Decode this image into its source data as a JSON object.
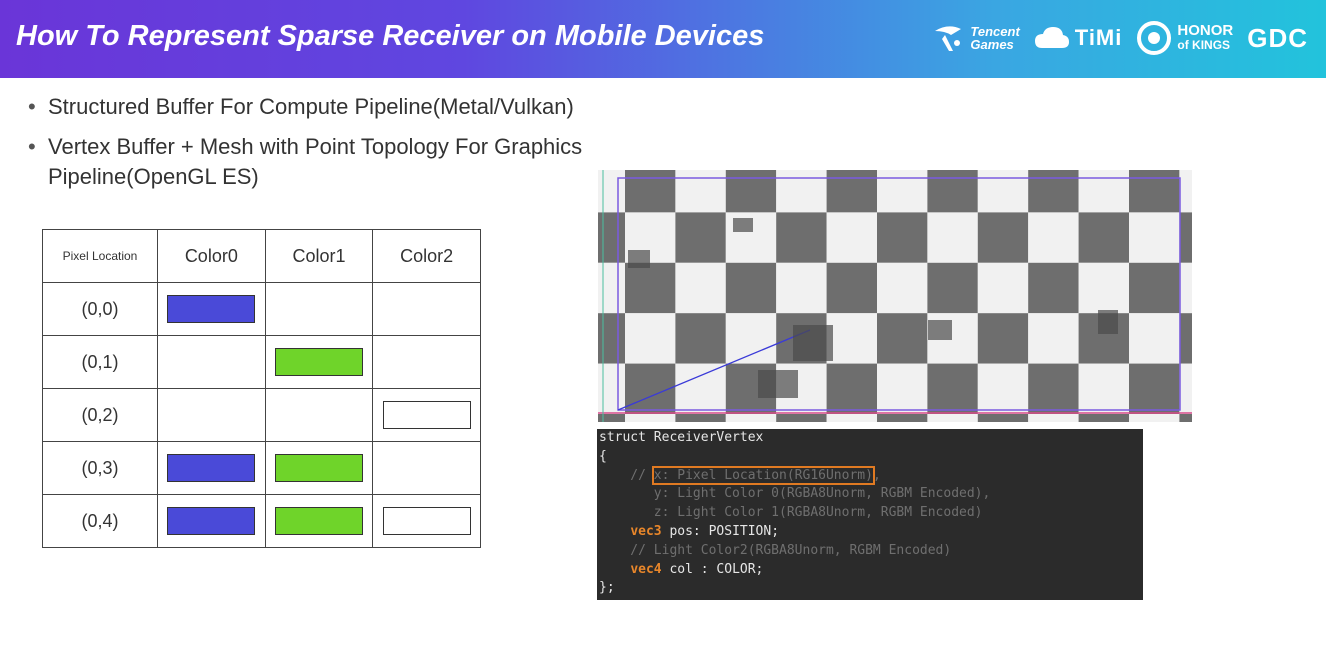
{
  "header": {
    "title": "How To Represent Sparse Receiver on Mobile Devices",
    "logos": {
      "tencent_line1": "Tencent",
      "tencent_line2": "Games",
      "timi": "TiMi",
      "honor_line1": "HONOR",
      "honor_line2": "of KINGS",
      "gdc": "GDC"
    }
  },
  "bullets": [
    "Structured Buffer For Compute Pipeline(Metal/Vulkan)",
    "Vertex Buffer + Mesh with Point Topology For Graphics Pipeline(OpenGL ES)"
  ],
  "table": {
    "headers": [
      "Pixel Location",
      "Color0",
      "Color1",
      "Color2"
    ],
    "rows": [
      {
        "location": "(0,0)",
        "color0": true,
        "color1": false,
        "color2": false
      },
      {
        "location": "(0,1)",
        "color0": false,
        "color1": true,
        "color2": false
      },
      {
        "location": "(0,2)",
        "color0": false,
        "color1": false,
        "color2": true
      },
      {
        "location": "(0,3)",
        "color0": true,
        "color1": true,
        "color2": false
      },
      {
        "location": "(0,4)",
        "color0": true,
        "color1": true,
        "color2": true
      }
    ],
    "colors": {
      "color0": "#4a4ad8",
      "color1": "#6fd42a",
      "color2": "#ffffff"
    }
  },
  "code": {
    "line1": "struct ReceiverVertex",
    "line2": "{",
    "line3_prefix": "    // ",
    "line3_hl": "x: Pixel Location(RG16Unorm)",
    "line3_suffix": ",",
    "line4": "       y: Light Color 0(RGBA8Unorm, RGBM Encoded),",
    "line5": "       z: Light Color 1(RGBA8Unorm, RGBM Encoded)",
    "line6_kw": "vec3",
    "line6_rest": " pos: POSITION;",
    "line7": "    // Light Color2(RGBA8Unorm, RGBM Encoded)",
    "line8_kw": "vec4",
    "line8_rest": " col : COLOR;",
    "line9": "};"
  }
}
